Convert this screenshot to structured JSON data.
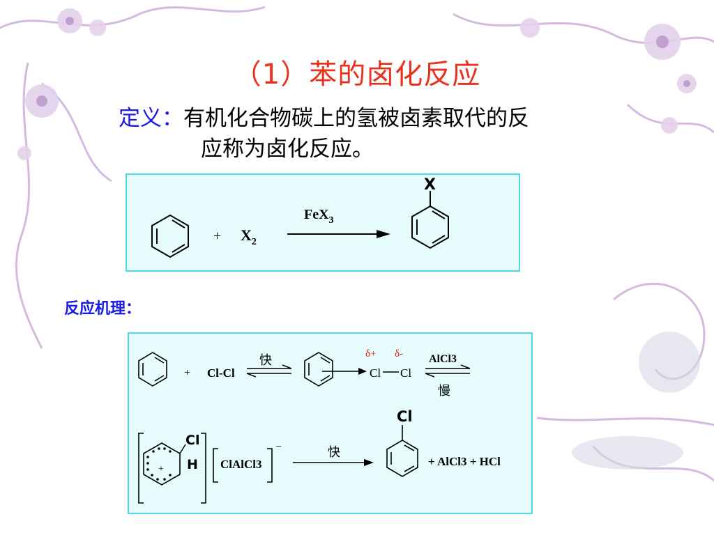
{
  "slide": {
    "title": "（1）苯的卤化反应",
    "definition_label": "定义：",
    "definition_line1": "有机化合物碳上的氢被卤素取代的反",
    "definition_line2": "应称为卤化反应。",
    "mechanism_label": "反应机理："
  },
  "reaction1": {
    "plus": "+",
    "reagent": "X",
    "reagent_sub": "2",
    "catalyst": "FeX",
    "catalyst_sub": "3",
    "product_substituent": "X"
  },
  "mechanism": {
    "plus1": "+",
    "chlorine": "Cl-Cl",
    "fast1": "快",
    "delta_plus": "δ+",
    "delta_minus": "δ-",
    "cl_left": "Cl",
    "cl_right": "Cl",
    "catalyst": "AlCl3",
    "slow": "慢",
    "sigma_cl": "Cl",
    "sigma_h": "H",
    "sigma_plus": "+",
    "anion": "ClAlCl3",
    "anion_charge": "−",
    "fast2": "快",
    "product_cl": "Cl",
    "byproducts": "+ AlCl3 + HCl"
  },
  "colors": {
    "title": "#e8321e",
    "label_blue": "#1a1ae6",
    "box_fill": "#e6fbfb",
    "box_border": "#4fd8e8",
    "delta_red": "#e81e1e"
  }
}
